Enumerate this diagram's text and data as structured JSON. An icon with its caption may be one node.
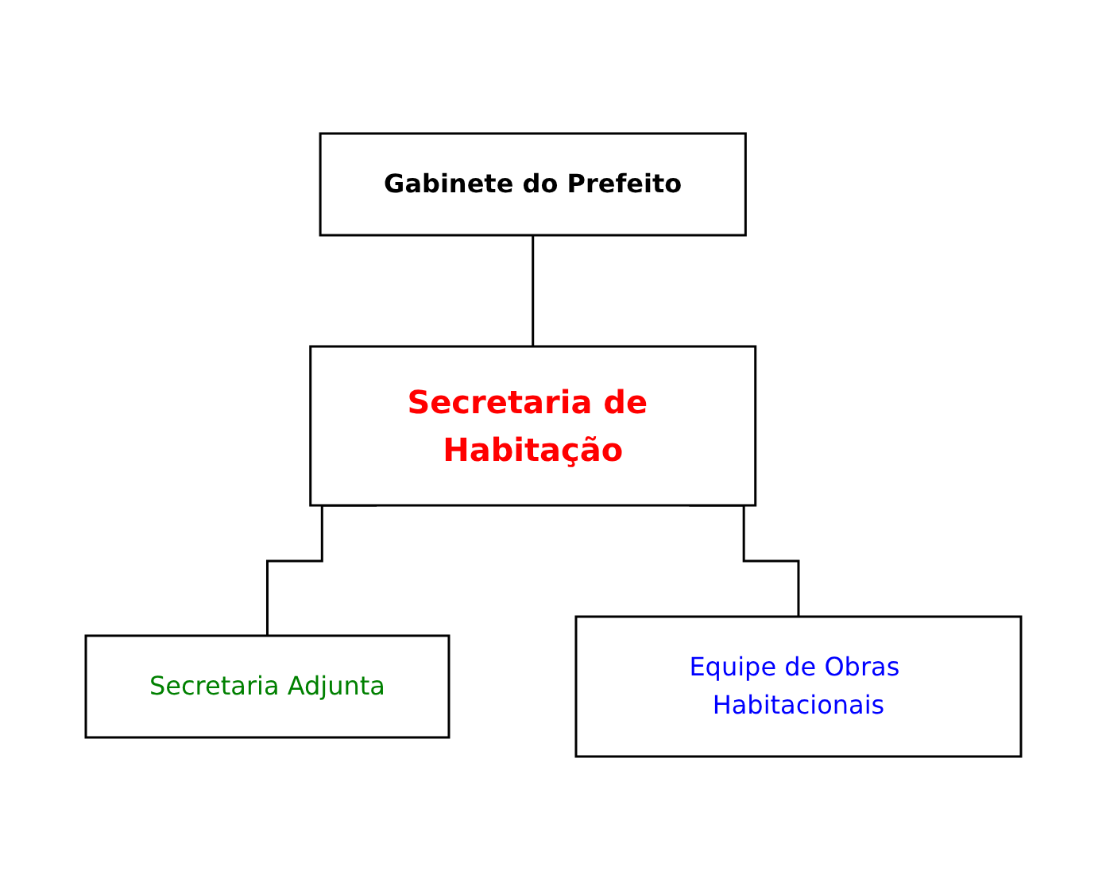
{
  "diagram": {
    "nodes": [
      {
        "text": [
          "Gabinete do Prefeito"
        ]
      },
      {
        "text": [
          "Secretaria de Habitação"
        ]
      },
      {
        "text": [
          "Secretaria Adjunta"
        ]
      },
      {
        "text": [
          "Equipe de Obras Habitacionais"
        ]
      }
    ],
    "edges": [
      {
        "from": 0,
        "to": 1,
        "arrow": "none"
      },
      {
        "from": 1,
        "to": 2,
        "arrow": "none"
      },
      {
        "from": 1,
        "to": 3,
        "arrow": "none"
      }
    ]
  }
}
